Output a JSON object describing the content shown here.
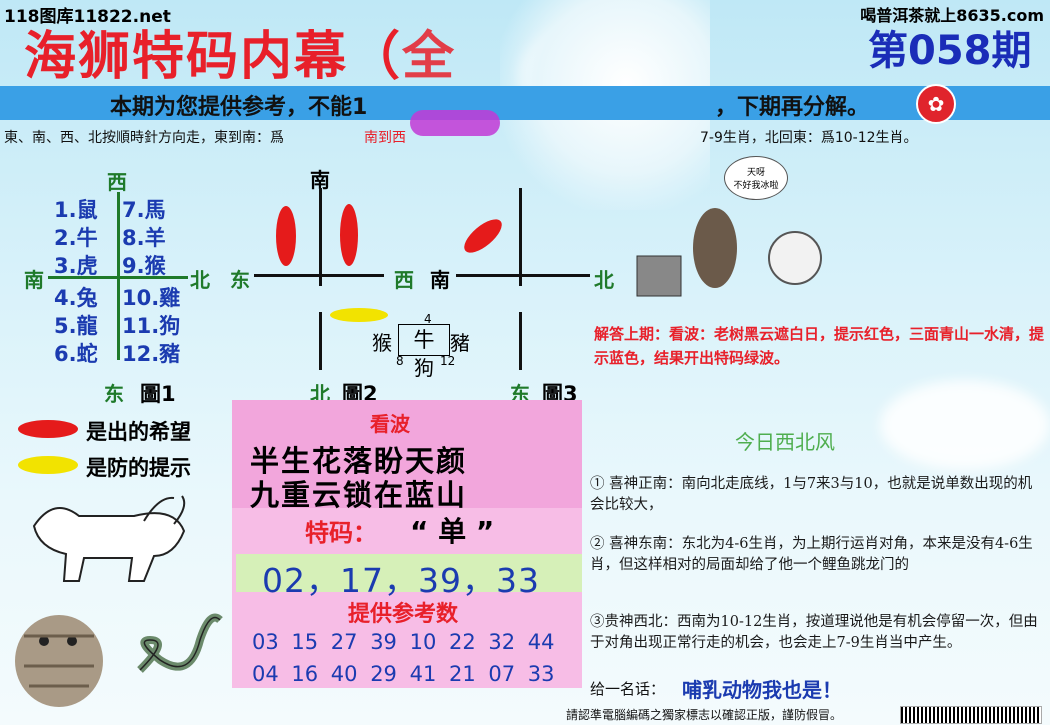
{
  "header": {
    "site_left": "118图库11822.net",
    "site_right": "喝普洱茶就上8635.com",
    "title": "海狮特码内幕（",
    "title_tail": "全",
    "issue": "第058期"
  },
  "banner": {
    "text_left": "本期为您提供参考，不能1",
    "text_right": "，下期再分解。",
    "flag_icon": "hk-flag-icon"
  },
  "rule": {
    "left": "東、南、西、北按順時針方向走，東到南：爲",
    "mid": "南到西",
    "right": "7-9生肖，北回東：爲10-12生肖。"
  },
  "figure1": {
    "top": "西",
    "left": "南",
    "right": "北",
    "bottom": "东",
    "label": "圖1",
    "col_left": [
      "1.鼠",
      "2.牛",
      "3.虎",
      "4.兔",
      "5.龍",
      "6.蛇"
    ],
    "col_right": [
      "7.馬",
      "8.羊",
      "9.猴",
      "10.雞",
      "11.狗",
      "12.豬"
    ]
  },
  "figure2": {
    "top": "南",
    "left": "东",
    "right": "西",
    "bottom": "北",
    "label": "圖2",
    "center": "牛",
    "left_char": "猴",
    "right_char": "豬",
    "below_char": "狗",
    "n_top": "4",
    "n_left": "8",
    "n_right": "12"
  },
  "figure3": {
    "top": "南",
    "right": "北",
    "bottom": "东",
    "label": "圖3"
  },
  "legend": {
    "red": "是出的希望",
    "yellow": "是防的提示"
  },
  "wave": {
    "title": "看波",
    "line1": "半生花落盼天颜",
    "line2": "九重云锁在蓝山",
    "special_label": "特码：",
    "special_value": "“ 单 ”",
    "numbers": "02，17，39，33",
    "ref_title": "提供参考数",
    "ref_row1": "03 15 27 39 10 22 32 44",
    "ref_row2": "04 16 40 29 41 21 07 33"
  },
  "answer": {
    "text": "解答上期：看波：老树黑云遮白日，提示红色，三面青山一水清，提示蓝色，结果开出特码绿波。"
  },
  "analysis": {
    "wind": "今日西北风",
    "p1": "① 喜神正南：南向北走底线，1与7来3与10，也就是说单数出现的机会比较大，",
    "p2": "② 喜神东南：东北为4-6生肖，为上期行运肖对角，本来是没有4-6生肖，但这样相对的局面却给了他一个鲤鱼跳龙门的",
    "p3": "③贵神西北：西南为10-12生肖，按道理说他是有机会停留一次，但由于对角出现正常行走的机会，也会走上7-9生肖当中产生。",
    "riddle_label": "给一名话：",
    "riddle": "哺乳动物我也是！"
  },
  "footer": {
    "text": "請認準電腦編碼之獨家標志以確認正版，謹防假冒。"
  },
  "colors": {
    "title_red": "#e8202a",
    "issue_blue": "#1a2db8",
    "banner_blue": "#3aa0e6",
    "panel_pink": "#f2a6dc",
    "number_blue": "#1b3bb0"
  }
}
